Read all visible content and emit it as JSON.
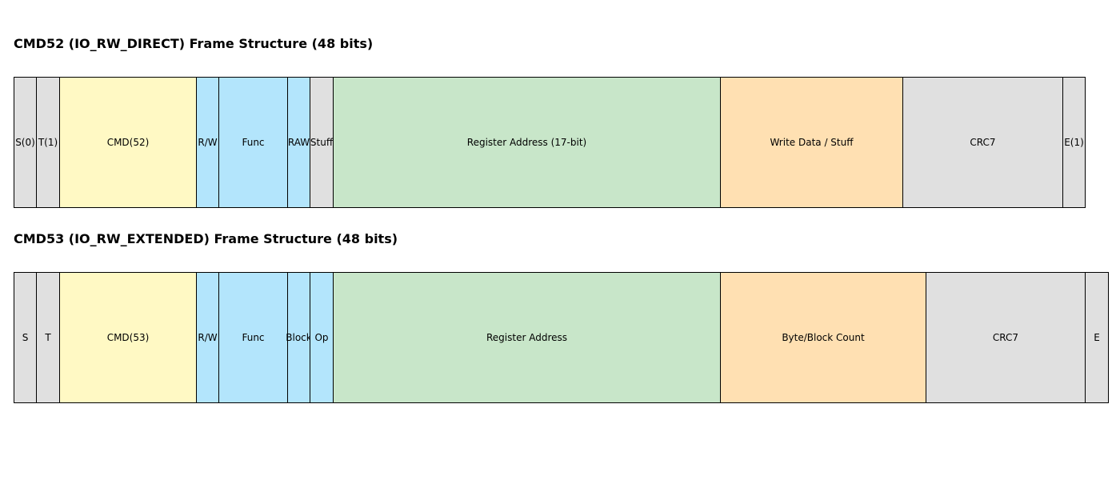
{
  "colors": {
    "grey": "#e0e0e0",
    "yellow": "#fff9c4",
    "blue": "#b3e5fc",
    "green": "#c8e6c9",
    "orange": "#ffe0b2",
    "border": "#000000"
  },
  "cmd52": {
    "title": "CMD52 (IO_RW_DIRECT) Frame Structure (48 bits)",
    "fields": [
      {
        "label": "S(0)",
        "color": "grey"
      },
      {
        "label": "T(1)",
        "color": "grey"
      },
      {
        "label": "CMD(52)",
        "color": "yellow"
      },
      {
        "label": "R/W",
        "color": "blue"
      },
      {
        "label": "Func",
        "color": "blue"
      },
      {
        "label": "RAW",
        "color": "blue"
      },
      {
        "label": "Stuff",
        "color": "grey"
      },
      {
        "label": "Register Address (17-bit)",
        "color": "green"
      },
      {
        "label": "Write Data / Stuff",
        "color": "orange"
      },
      {
        "label": "CRC7",
        "color": "grey"
      },
      {
        "label": "E(1)",
        "color": "grey"
      }
    ]
  },
  "cmd53": {
    "title": "CMD53 (IO_RW_EXTENDED) Frame Structure (48 bits)",
    "fields": [
      {
        "label": "S",
        "color": "grey"
      },
      {
        "label": "T",
        "color": "grey"
      },
      {
        "label": "CMD(53)",
        "color": "yellow"
      },
      {
        "label": "R/W",
        "color": "blue"
      },
      {
        "label": "Func",
        "color": "blue"
      },
      {
        "label": "Block",
        "color": "blue"
      },
      {
        "label": "Op",
        "color": "blue"
      },
      {
        "label": "Register Address",
        "color": "green"
      },
      {
        "label": "Byte/Block Count",
        "color": "orange"
      },
      {
        "label": "CRC7",
        "color": "grey"
      },
      {
        "label": "E",
        "color": "grey"
      }
    ]
  }
}
